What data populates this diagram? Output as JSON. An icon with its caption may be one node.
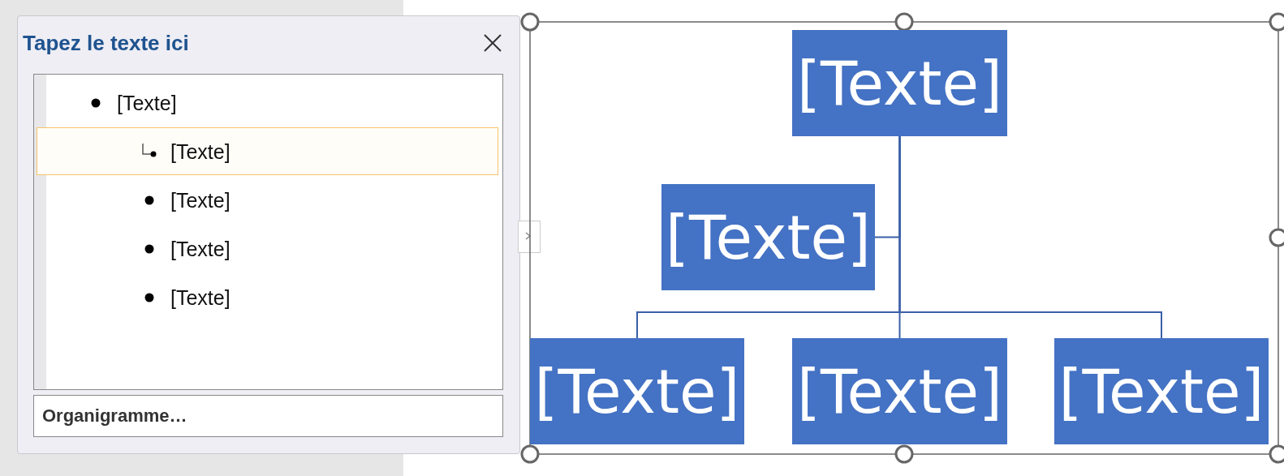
{
  "diagram": {
    "nodes": [
      {
        "text": [
          "[Texte]"
        ]
      },
      {
        "text": [
          "[Texte]"
        ]
      },
      {
        "text": [
          "[Texte]"
        ]
      },
      {
        "text": [
          "[Texte]"
        ]
      },
      {
        "text": [
          "[Texte]"
        ]
      }
    ],
    "edges": [
      {
        "from": 0,
        "to": 1,
        "arrow": "none"
      },
      {
        "from": 0,
        "to": 2,
        "arrow": "none"
      },
      {
        "from": 0,
        "to": 3,
        "arrow": "none"
      },
      {
        "from": 0,
        "to": 4,
        "arrow": "none"
      }
    ],
    "labels": [
      "Tapez le texte ici",
      "[Texte]",
      "[Texte]",
      "[Texte]",
      "[Texte]",
      "[Texte]",
      "Organigramme…"
    ]
  }
}
